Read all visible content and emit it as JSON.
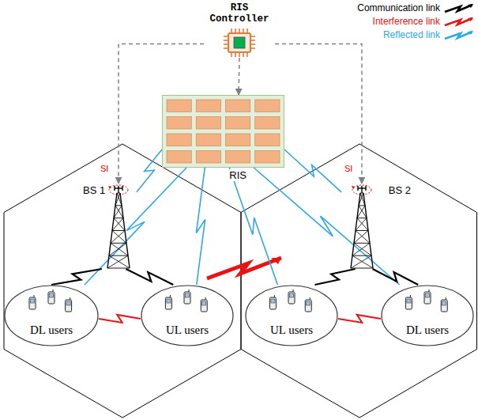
{
  "diagram": {
    "nodes": [
      {
        "text": [
          "RIS Controller"
        ]
      },
      {
        "text": [
          "RIS"
        ]
      },
      {
        "text": [
          "BS 1"
        ]
      },
      {
        "text": [
          "BS 2"
        ]
      },
      {
        "text": [
          "DL users"
        ]
      },
      {
        "text": [
          "UL users"
        ]
      },
      {
        "text": [
          "UL users"
        ]
      },
      {
        "text": [
          "DL users"
        ]
      }
    ],
    "edges": [
      {
        "from": 0,
        "to": 1,
        "arrow": "to"
      },
      {
        "from": 0,
        "to": 2,
        "arrow": "to"
      },
      {
        "from": 0,
        "to": 3,
        "arrow": "to"
      },
      {
        "from": 1,
        "to": 2,
        "arrow": "none"
      },
      {
        "from": 1,
        "to": 4,
        "arrow": "none"
      },
      {
        "from": 1,
        "to": 5,
        "arrow": "none"
      },
      {
        "from": 1,
        "to": 6,
        "arrow": "none"
      },
      {
        "from": 1,
        "to": 7,
        "arrow": "none"
      },
      {
        "from": 1,
        "to": 3,
        "arrow": "none"
      },
      {
        "from": 2,
        "to": 4,
        "arrow": "none"
      },
      {
        "from": 2,
        "to": 5,
        "arrow": "none"
      },
      {
        "from": 3,
        "to": 6,
        "arrow": "none"
      },
      {
        "from": 3,
        "to": 7,
        "arrow": "none"
      },
      {
        "from": 4,
        "to": 5,
        "arrow": "none"
      },
      {
        "from": 6,
        "to": 7,
        "arrow": "none"
      }
    ],
    "labels": [
      "SI",
      "SI"
    ],
    "legend": [
      {
        "text": "Communication link"
      },
      {
        "text": "Interference link"
      },
      {
        "text": "Reflected link"
      }
    ]
  }
}
